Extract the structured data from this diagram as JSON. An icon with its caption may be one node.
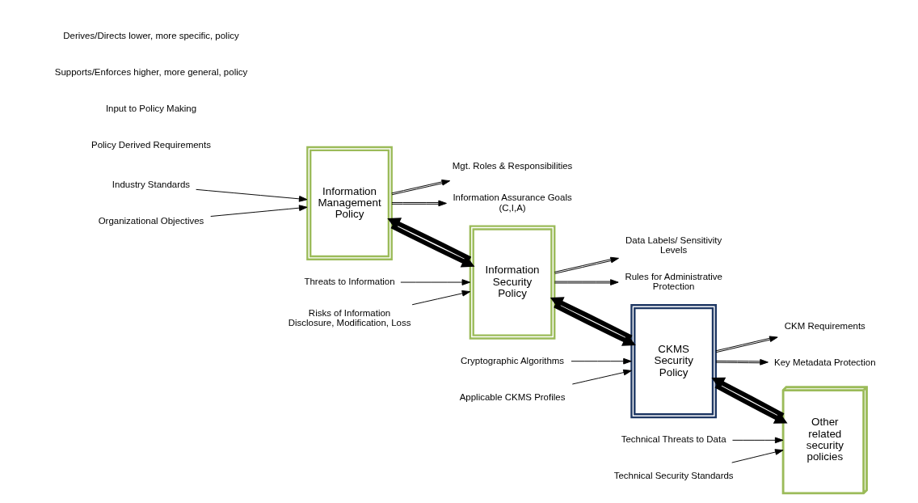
{
  "diagram": {
    "nodes": [
      {
        "text": [
          "Industry Standards"
        ]
      },
      {
        "text": [
          "Organizational Objectives"
        ]
      },
      {
        "text": [
          "Information Management Policy"
        ]
      },
      {
        "text": [
          "Mgt. Roles & Responsibilities"
        ]
      },
      {
        "text": [
          "Information Assurance Goals (C,I,A)"
        ]
      },
      {
        "text": [
          "Information Security Policy"
        ]
      },
      {
        "text": [
          "Data Labels/ Sensitivity Levels"
        ]
      },
      {
        "text": [
          "Rules for Administrative Protection"
        ]
      },
      {
        "text": [
          "Threats to Information"
        ]
      },
      {
        "text": [
          "Risks of Information Disclosure, Modification, Loss"
        ]
      },
      {
        "text": [
          "CKMS Security Policy"
        ]
      },
      {
        "text": [
          "CKM Requirements"
        ]
      },
      {
        "text": [
          "Key Metadata Protection"
        ]
      },
      {
        "text": [
          "Cryptographic Algorithms"
        ]
      },
      {
        "text": [
          "Applicable CKMS Profiles"
        ]
      },
      {
        "text": [
          "Other related security policies"
        ]
      },
      {
        "text": [
          "Technical Threats to Data"
        ]
      },
      {
        "text": [
          "Technical Security Standards"
        ]
      }
    ],
    "edges": [
      {
        "from": 0,
        "to": 2,
        "arrow": "to"
      },
      {
        "from": 1,
        "to": 2,
        "arrow": "to"
      },
      {
        "from": 2,
        "to": 3,
        "arrow": "to"
      },
      {
        "from": 2,
        "to": 4,
        "arrow": "to"
      },
      {
        "from": 2,
        "to": 5,
        "arrow": "to",
        "style": "thick"
      },
      {
        "from": 5,
        "to": 2,
        "arrow": "to",
        "style": "thick"
      },
      {
        "from": 5,
        "to": 6,
        "arrow": "to"
      },
      {
        "from": 5,
        "to": 7,
        "arrow": "to"
      },
      {
        "from": 8,
        "to": 5,
        "arrow": "to"
      },
      {
        "from": 9,
        "to": 5,
        "arrow": "to"
      },
      {
        "from": 5,
        "to": 10,
        "arrow": "to",
        "style": "thick"
      },
      {
        "from": 10,
        "to": 5,
        "arrow": "to",
        "style": "thick"
      },
      {
        "from": 10,
        "to": 11,
        "arrow": "to"
      },
      {
        "from": 10,
        "to": 12,
        "arrow": "to"
      },
      {
        "from": 13,
        "to": 10,
        "arrow": "to"
      },
      {
        "from": 14,
        "to": 10,
        "arrow": "to"
      },
      {
        "from": 10,
        "to": 15,
        "arrow": "to",
        "style": "thick"
      },
      {
        "from": 15,
        "to": 10,
        "arrow": "to",
        "style": "thick"
      },
      {
        "from": 16,
        "to": 15,
        "arrow": "to"
      },
      {
        "from": 17,
        "to": 15,
        "arrow": "to"
      }
    ],
    "legend": [
      {
        "text": "Derives/Directs lower, more specific, policy"
      },
      {
        "text": "Supports/Enforces higher, more general, policy"
      },
      {
        "text": "Input to Policy Making"
      },
      {
        "text": "Policy Derived Requirements"
      }
    ]
  }
}
